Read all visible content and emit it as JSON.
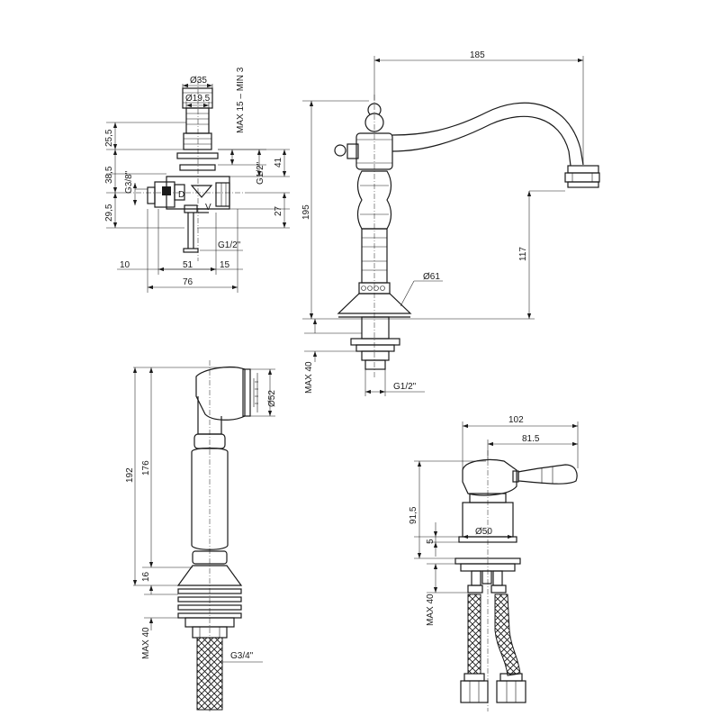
{
  "views": {
    "valve": {
      "d35": "Ø35",
      "d19": "Ø19,5",
      "max": "MAX 15 – MIN 3",
      "d25": "25,5",
      "d38": "38,5",
      "g38": "G3/8\"",
      "d29": "29,5",
      "g12top": "G1/2\"",
      "d41": "41",
      "d27": "27",
      "g12bot": "G1/2\"",
      "d10": "10",
      "d51": "51",
      "d15": "15",
      "d76": "76"
    },
    "mixer": {
      "d185": "185",
      "d195": "195",
      "d117": "117",
      "d61": "Ø61",
      "max": "MAX 40",
      "g12": "G1/2\""
    },
    "shower": {
      "d192": "192",
      "d176": "176",
      "d52": "Ø52",
      "d16": "16",
      "max": "MAX 40",
      "g34": "G3/4\""
    },
    "lever": {
      "d102": "102",
      "d815": "81.5",
      "d915": "91,5",
      "d5": "5",
      "d50": "Ø50",
      "max": "MAX 40"
    }
  }
}
